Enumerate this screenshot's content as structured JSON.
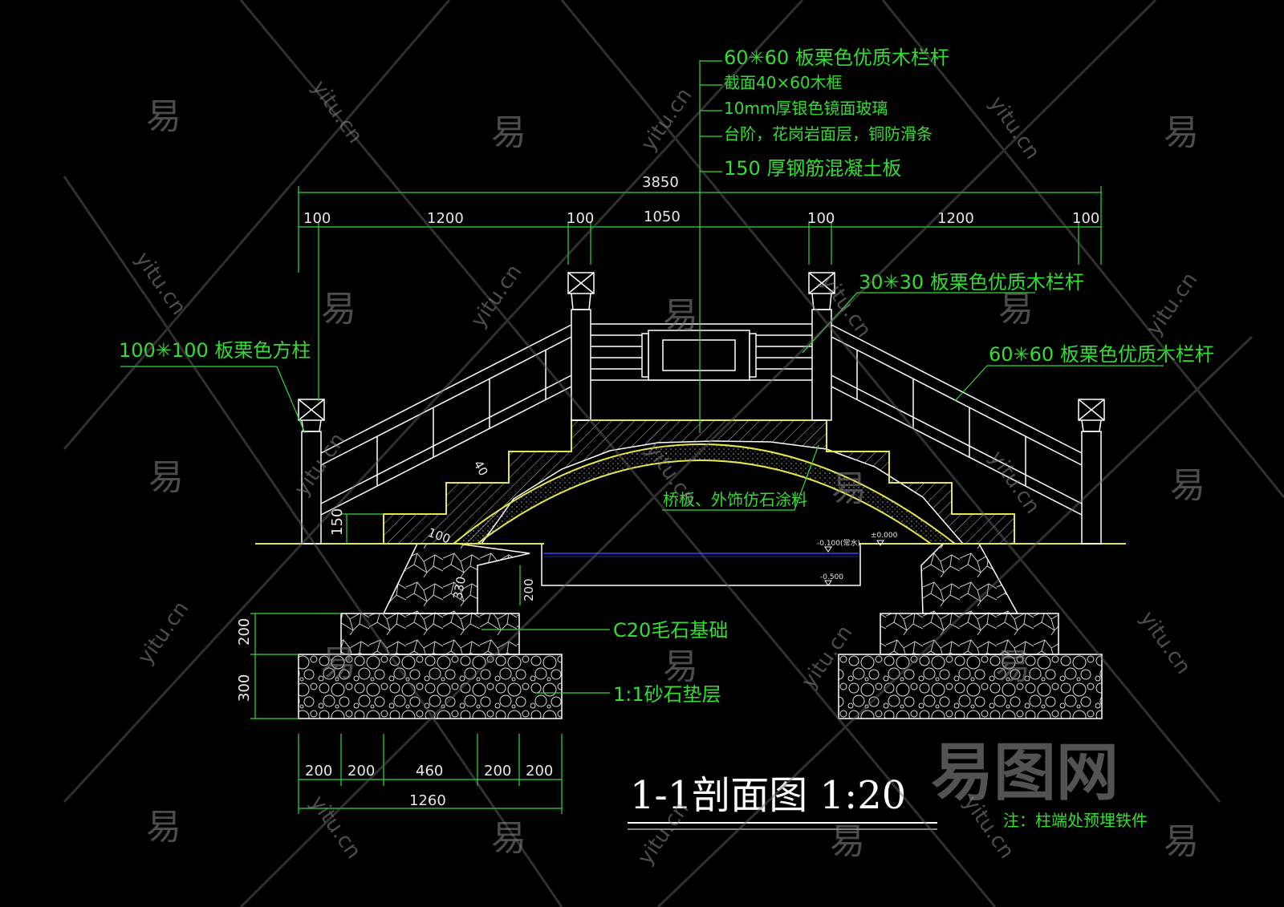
{
  "drawing": {
    "title": "1-1剖面图 1:20",
    "note": "注：柱端处预埋铁件",
    "callouts_top": [
      "60✳60 板栗色优质木栏杆",
      "截面40×60木框",
      "10mm厚银色镜面玻璃",
      "台阶，花岗岩面层，铜防滑条",
      "150 厚钢筋混凝土板"
    ],
    "callout_railing_small": "30✳30 板栗色优质木栏杆",
    "callout_railing_right": "60✳60 板栗色优质木栏杆",
    "callout_post": "100✳100 板栗色方柱",
    "callout_arch": "桥板、外饰仿石涂料",
    "callout_foundation": "C20毛石基础",
    "callout_cushion": "1:1砂石垫层",
    "top_dims": {
      "overall": "3850",
      "segments": [
        "100",
        "1200",
        "100",
        "1050",
        "100",
        "1200",
        "100"
      ]
    },
    "left_dims": {
      "d150": "150",
      "d200": "200",
      "d300": "300"
    },
    "small_dims": {
      "d40": "40",
      "d100": "100",
      "d330": "330",
      "d200": "200"
    },
    "bottom_dims": {
      "segments": [
        "200",
        "200",
        "460",
        "200",
        "200"
      ],
      "overall": "1260"
    },
    "levels": {
      "water": "-0.100(常水)",
      "ground": "±0.000",
      "bottom": "-0.500"
    },
    "watermarks": {
      "brand": "易图网",
      "char": "易",
      "site": "yitu.cn"
    },
    "colors": {
      "background": "#000000",
      "linework": "#ffffff",
      "annotation": "#33dd33",
      "ground_line": "#e6e64a",
      "water": "#2233cc"
    }
  }
}
